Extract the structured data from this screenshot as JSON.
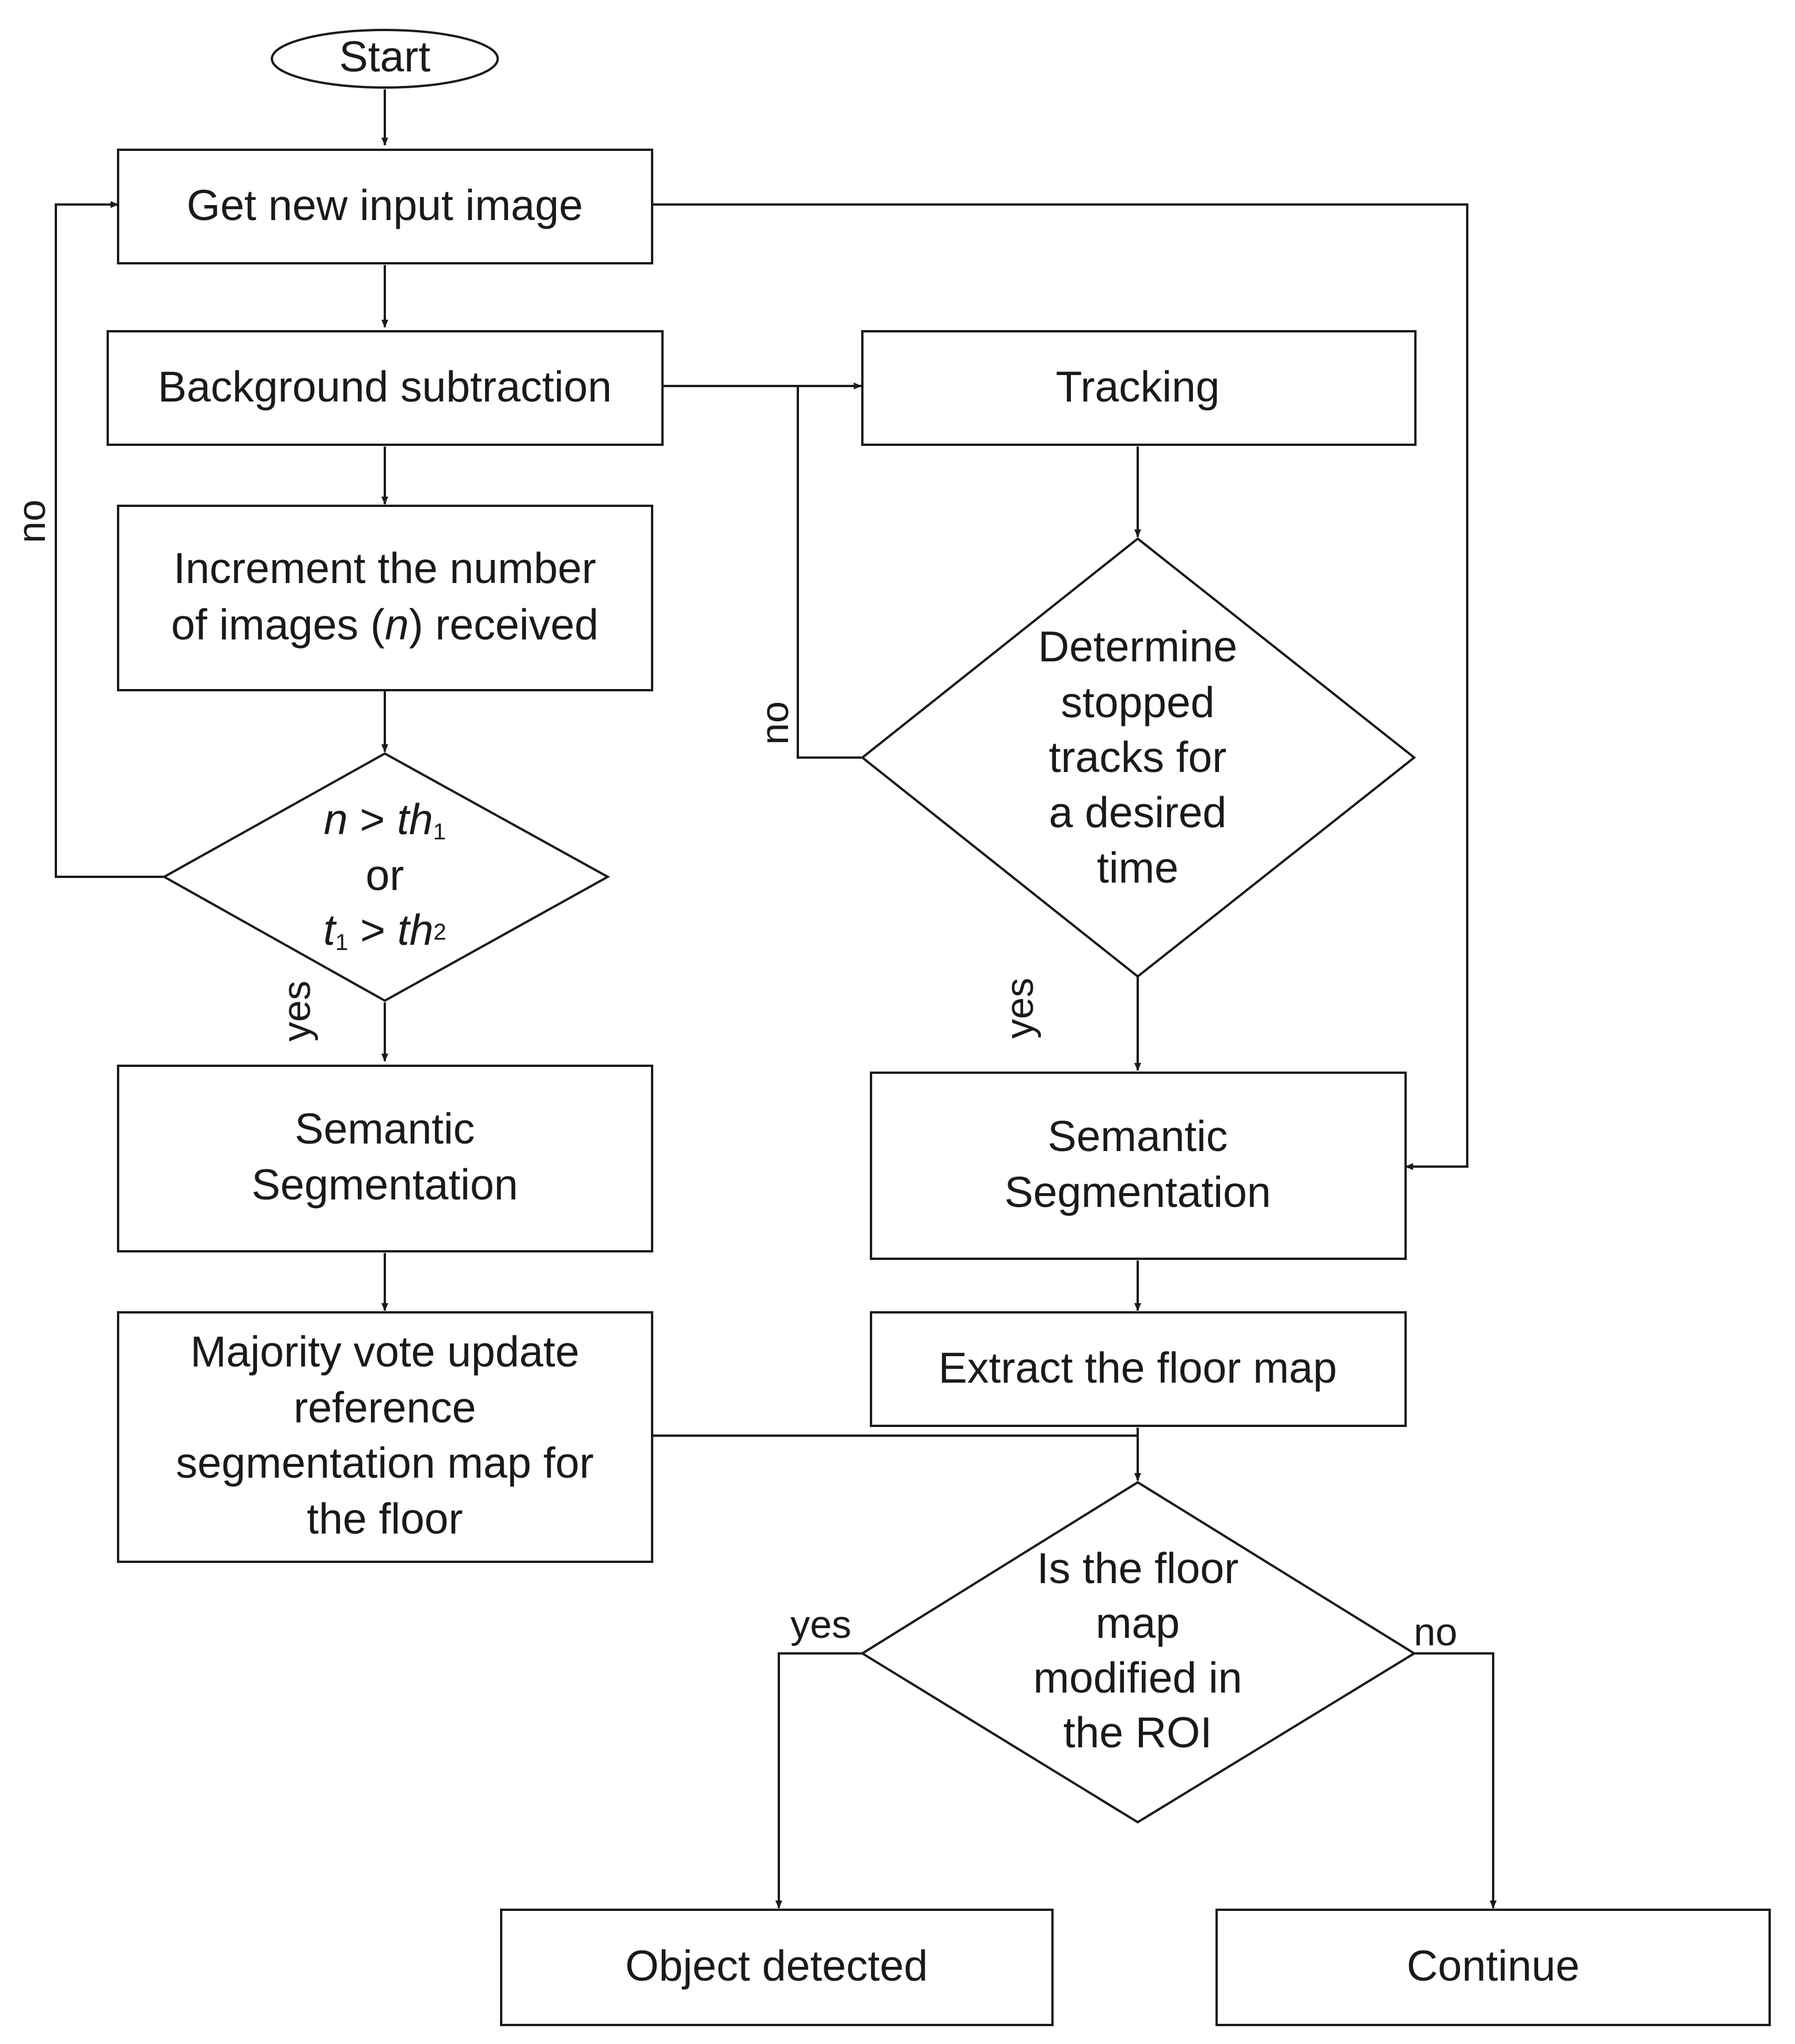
{
  "nodes": {
    "start": "Start",
    "get_input": "Get new input image",
    "bg_sub": "Background subtraction",
    "increment": [
      "Increment the number",
      "of images (",
      "n",
      ") received"
    ],
    "threshold": {
      "n": "n",
      "gt1": " > ",
      "th": "th",
      "sub1": "1",
      "or": "or",
      "t": "t",
      "tsub": "1",
      "gt2": " > ",
      "th2": "th",
      "sub2": "2"
    },
    "sem_seg_left": [
      "Semantic",
      "Segmentation"
    ],
    "majority": [
      "Majority vote update",
      "reference",
      "segmentation map for",
      "the floor"
    ],
    "tracking": "Tracking",
    "stopped": [
      "Determine",
      "stopped",
      "tracks for",
      "a desired",
      "time"
    ],
    "sem_seg_right": [
      "Semantic",
      "Segmentation"
    ],
    "extract": "Extract the floor map",
    "floor_modified": [
      "Is the floor",
      "map",
      "modified in",
      "the ROI"
    ],
    "object_detected": "Object detected",
    "continue": "Continue"
  },
  "edge_labels": {
    "no_left": "no",
    "yes_left": "yes",
    "no_mid": "no",
    "yes_mid": "yes",
    "yes_bottom": "yes",
    "no_bottom": "no"
  },
  "colors": {
    "stroke": "#1a1a1a",
    "fill": "#ffffff"
  }
}
